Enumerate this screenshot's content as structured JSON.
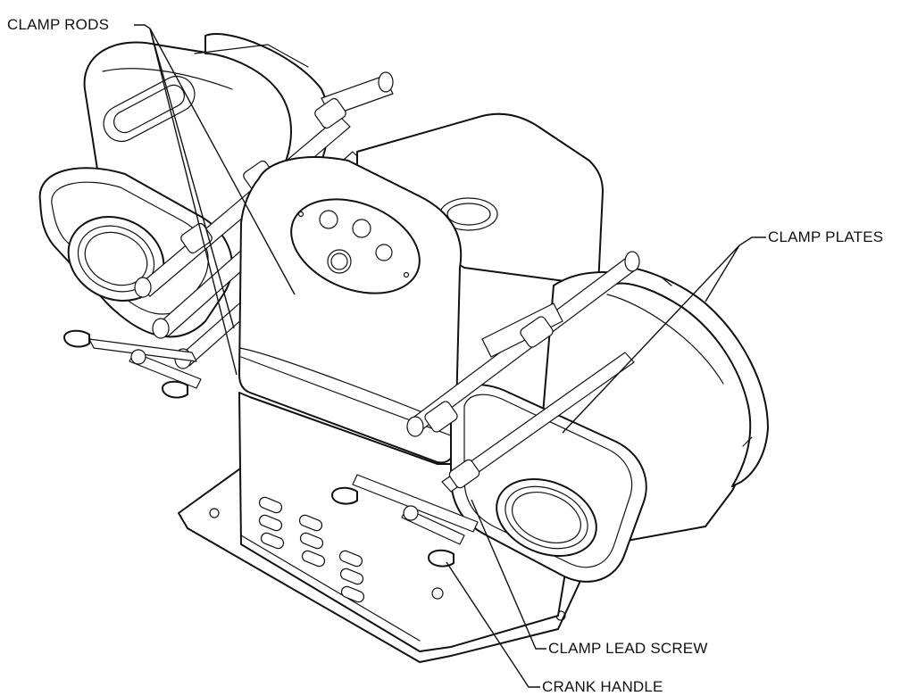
{
  "labels": {
    "clamp_rods": "CLAMP RODS",
    "clamp_plates": "CLAMP PLATES",
    "clamp_lead_screw": "CLAMP LEAD SCREW",
    "crank_handle": "CRANK HANDLE"
  }
}
